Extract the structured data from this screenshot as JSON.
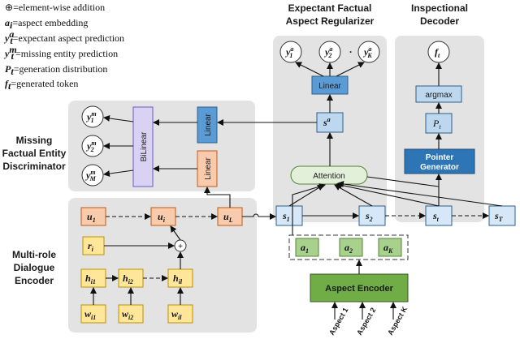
{
  "legend": {
    "items": [
      {
        "symbol": "⊕",
        "text": "=element-wise addition"
      },
      {
        "symbol": "a",
        "sub": "i",
        "sup": "",
        "text": "=aspect embedding"
      },
      {
        "symbol": "y",
        "sub": "t",
        "sup": "a",
        "text": "=expectant aspect prediction"
      },
      {
        "symbol": "y",
        "sub": "t",
        "sup": "m",
        "text": "=missing entity prediction"
      },
      {
        "symbol": "P",
        "sub": "t",
        "sup": "",
        "text": "=generation distribution"
      },
      {
        "symbol": "f",
        "sub": "t",
        "sup": "",
        "text": "=generated token"
      }
    ]
  },
  "panels": {
    "regularizer_title_1": "Expectant Factual",
    "regularizer_title_2": "Aspect Regularizer",
    "decoder_title_1": "Inspectional",
    "decoder_title_2": "Decoder",
    "discriminator_title_1": "Missing",
    "discriminator_title_2": "Factual Entity",
    "discriminator_title_3": "Discriminator",
    "encoder_title_1": "Multi-role",
    "encoder_title_2": "Dialogue",
    "encoder_title_3": "Encoder"
  },
  "boxes": {
    "linear_reg": "Linear",
    "linear_top": "Linear",
    "linear_bottom": "Linear",
    "bilinear": "BiLinear",
    "attention": "Attention",
    "argmax": "argmax",
    "pointer_1": "Pointer",
    "pointer_2": "Generator",
    "aspect_encoder": "Aspect Encoder",
    "plus": "+"
  },
  "nodes": {
    "y_a1": {
      "base": "y",
      "sup": "a",
      "sub": "1"
    },
    "y_a2": {
      "base": "y",
      "sup": "a",
      "sub": "2"
    },
    "y_aK": {
      "base": "y",
      "sup": "a",
      "sub": "K"
    },
    "f_t": {
      "base": "f",
      "sub": "t"
    },
    "P_t": {
      "base": "P",
      "sub": "t"
    },
    "s_a": {
      "base": "s",
      "sup": "a"
    },
    "y_m1": {
      "base": "y",
      "sup": "m",
      "sub": "1"
    },
    "y_m2": {
      "base": "y",
      "sup": "m",
      "sub": "2"
    },
    "y_mM": {
      "base": "y",
      "sup": "m",
      "sub": "M"
    },
    "u_1": {
      "base": "u",
      "sub": "1"
    },
    "u_i": {
      "base": "u",
      "sub": "i"
    },
    "u_L": {
      "base": "u",
      "sub": "L"
    },
    "r_i": {
      "base": "r",
      "sub": "i"
    },
    "h_i1": {
      "base": "h",
      "sub": "i1"
    },
    "h_i2": {
      "base": "h",
      "sub": "i2"
    },
    "h_il": {
      "base": "h",
      "sub": "il"
    },
    "w_i1": {
      "base": "w",
      "sub": "i1"
    },
    "w_i2": {
      "base": "w",
      "sub": "i2"
    },
    "w_il": {
      "base": "w",
      "sub": "il"
    },
    "s_1": {
      "base": "s",
      "sub": "1"
    },
    "s_2": {
      "base": "s",
      "sub": "2"
    },
    "s_t": {
      "base": "s",
      "sub": "t"
    },
    "s_T": {
      "base": "s",
      "sub": "T"
    },
    "a_1": {
      "base": "a",
      "sub": "1"
    },
    "a_2": {
      "base": "a",
      "sub": "2"
    },
    "a_K": {
      "base": "a",
      "sub": "K"
    }
  },
  "aspect_inputs": [
    "Aspect 1",
    "Aspect 2",
    "Aspect K"
  ],
  "colors": {
    "panel": "#e3e3e3",
    "blue_box": "#5b9bd5",
    "dark_blue": "#2e75b6",
    "light_blue": "#bdd7ee",
    "orange": "#f8cbad",
    "yellow": "#ffe699",
    "green": "#a9d18e",
    "green_light": "#e2f0d9",
    "purple": "#d9d2f2",
    "blue_node": "#d6e7f7"
  }
}
